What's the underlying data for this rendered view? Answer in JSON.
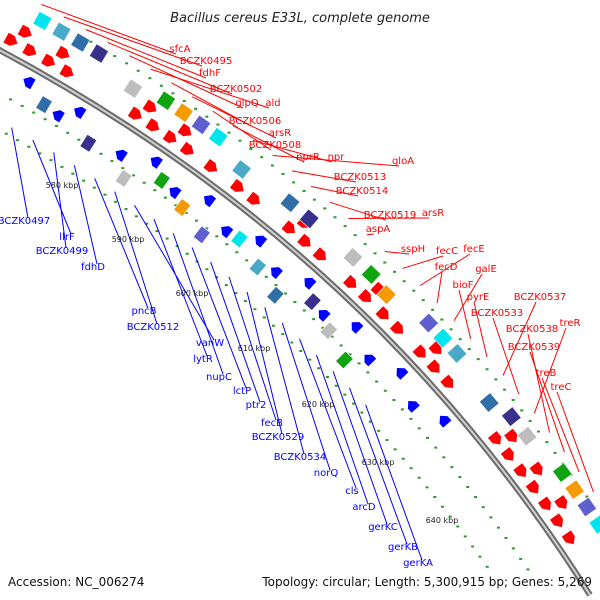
{
  "title": "Bacillus cereus E33L, complete genome",
  "footer": {
    "accession": "Accession: NC_006274",
    "summary": "Topology: circular; Length: 5,300,915 bp; Genes: 5,269"
  },
  "colors": {
    "forward_gene": "#ff0000",
    "reverse_gene": "#0000ff",
    "backbone": "#888888",
    "dots": "#2e9a2e"
  },
  "ticks": [
    {
      "label": "580 kbp"
    },
    {
      "label": "590 kbp"
    },
    {
      "label": "600 kbp"
    },
    {
      "label": "610 kbp"
    },
    {
      "label": "620 kbp"
    },
    {
      "label": "630 kbp"
    },
    {
      "label": "640 kbp"
    }
  ],
  "forward_labels": [
    "sfcA",
    "BCZK0495",
    "fdhF",
    "BCZK0502",
    "glpQ",
    "ald",
    "BCZK0506",
    "arsR",
    "BCZK0508",
    "nprR",
    "npr",
    "gloA",
    "BCZK0513",
    "BCZK0514",
    "BCZK0519",
    "arsR",
    "aspA",
    "sspH",
    "fecC",
    "fecE",
    "fecD",
    "galE",
    "bioF",
    "pyrE",
    "BCZK0537",
    "BCZK0533",
    "treR",
    "BCZK0538",
    "BCZK0539",
    "treB",
    "treC"
  ],
  "reverse_labels": [
    "BCZK0497",
    "llrF",
    "BCZK0499",
    "fdhD",
    "pncB",
    "BCZK0512",
    "vanW",
    "lytR",
    "nupC",
    "lctP",
    "ptr2",
    "fecB",
    "BCZK0529",
    "BCZK0534",
    "norQ",
    "cls",
    "arcD",
    "gerKC",
    "gerKB",
    "gerKA"
  ]
}
